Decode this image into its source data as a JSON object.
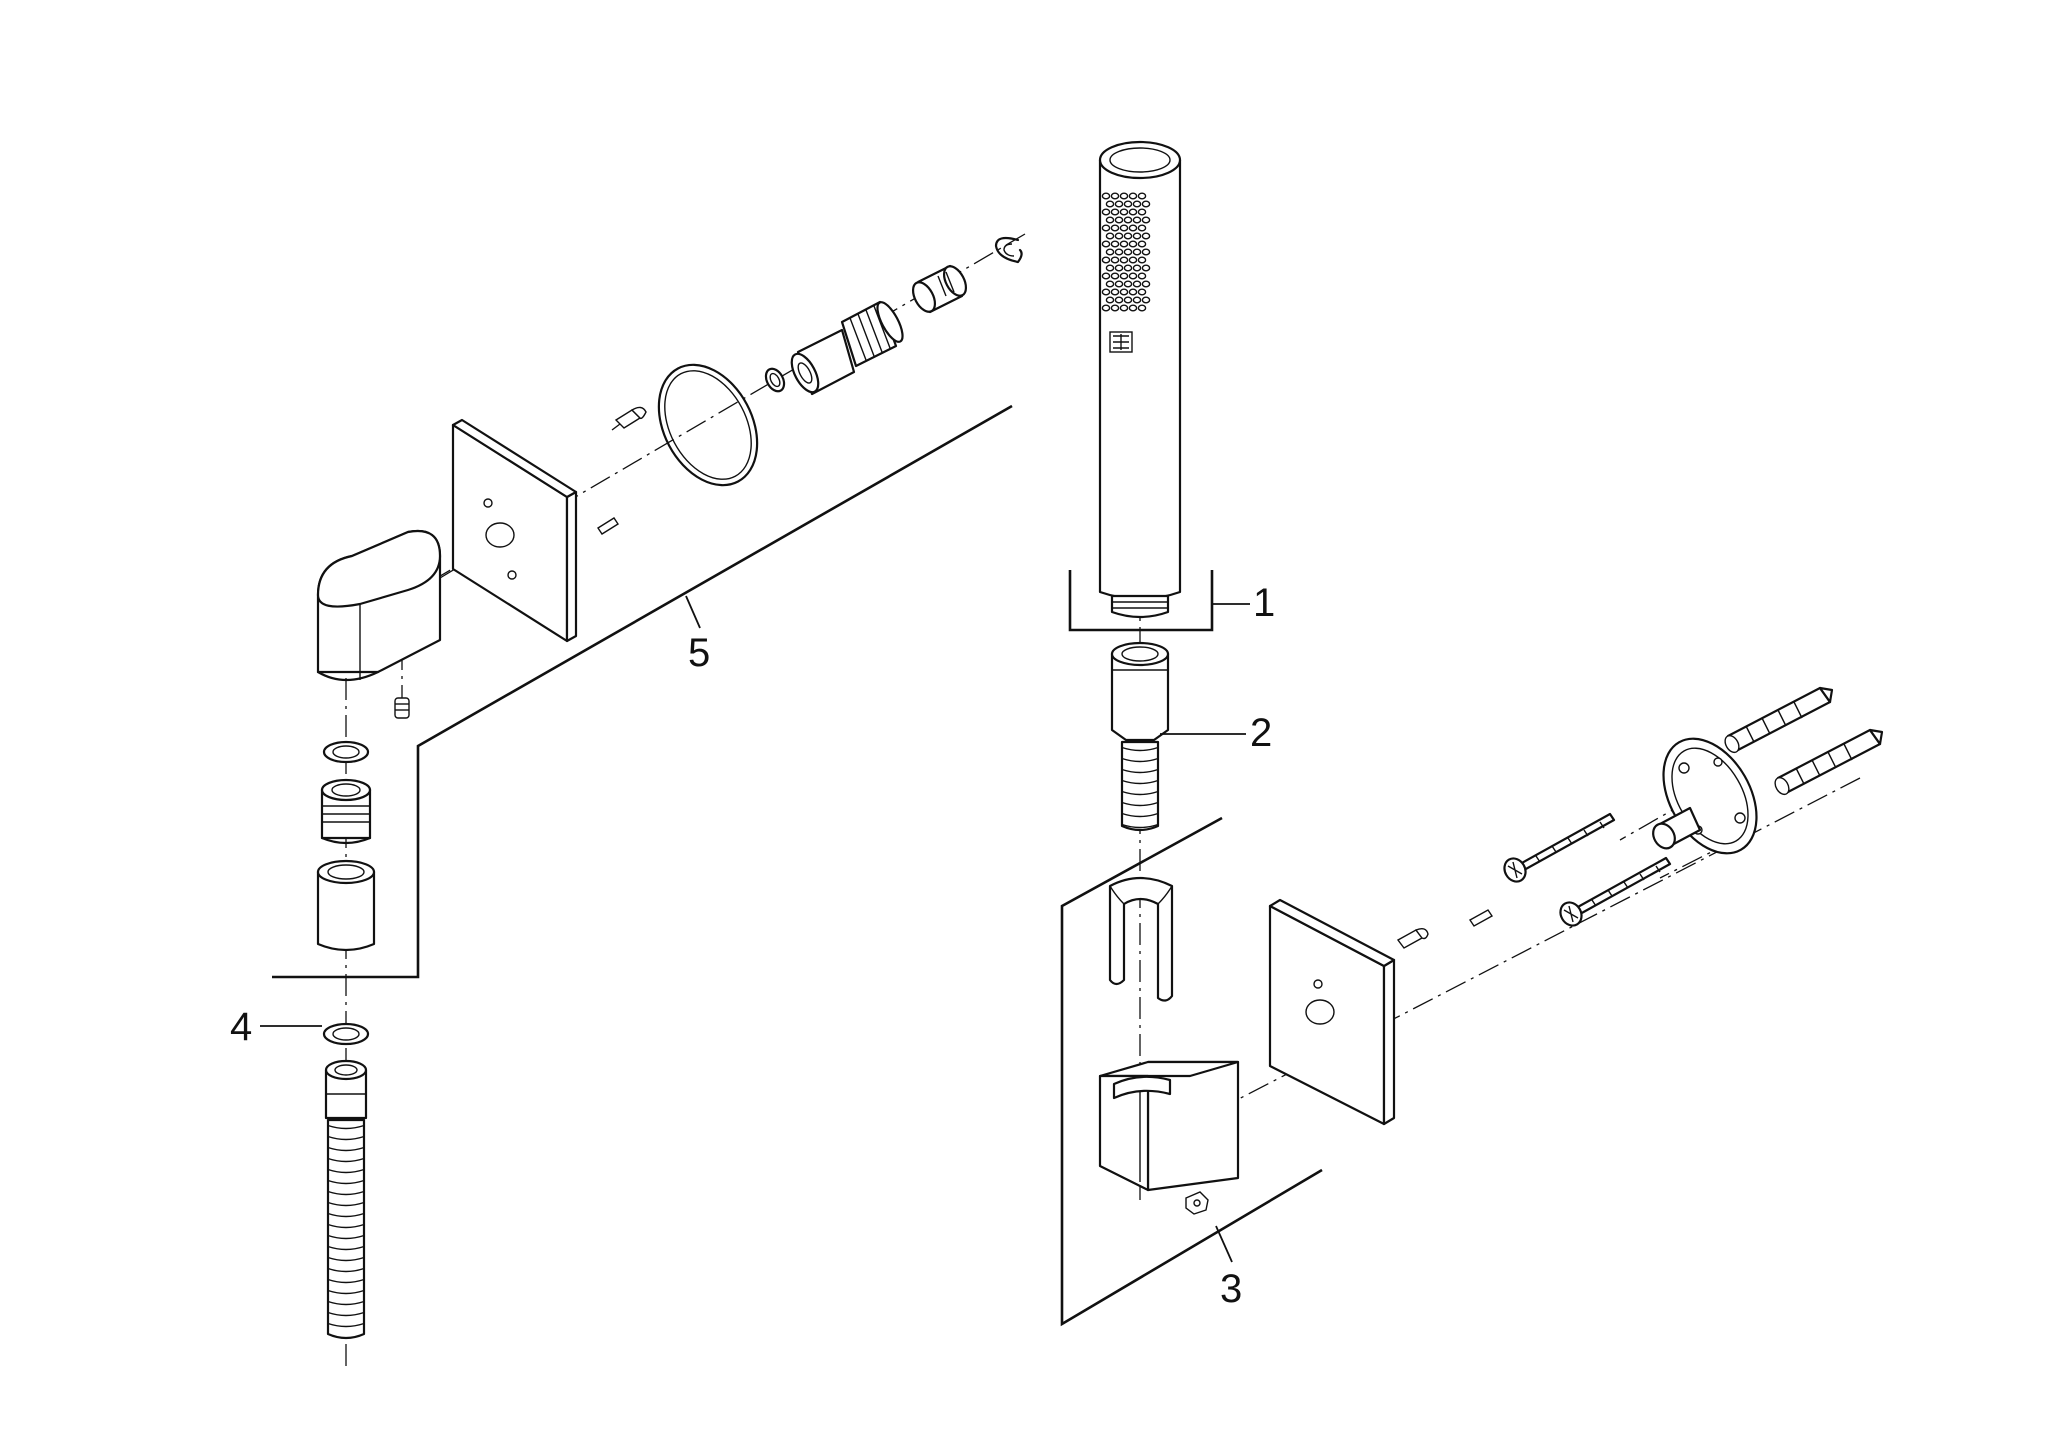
{
  "diagram": {
    "type": "exploded-view parts drawing",
    "callouts": [
      {
        "id": "1",
        "label": "1"
      },
      {
        "id": "2",
        "label": "2"
      },
      {
        "id": "3",
        "label": "3"
      },
      {
        "id": "4",
        "label": "4"
      },
      {
        "id": "5",
        "label": "5"
      }
    ],
    "colors": {
      "line": "#111111",
      "background": "#ffffff"
    }
  }
}
